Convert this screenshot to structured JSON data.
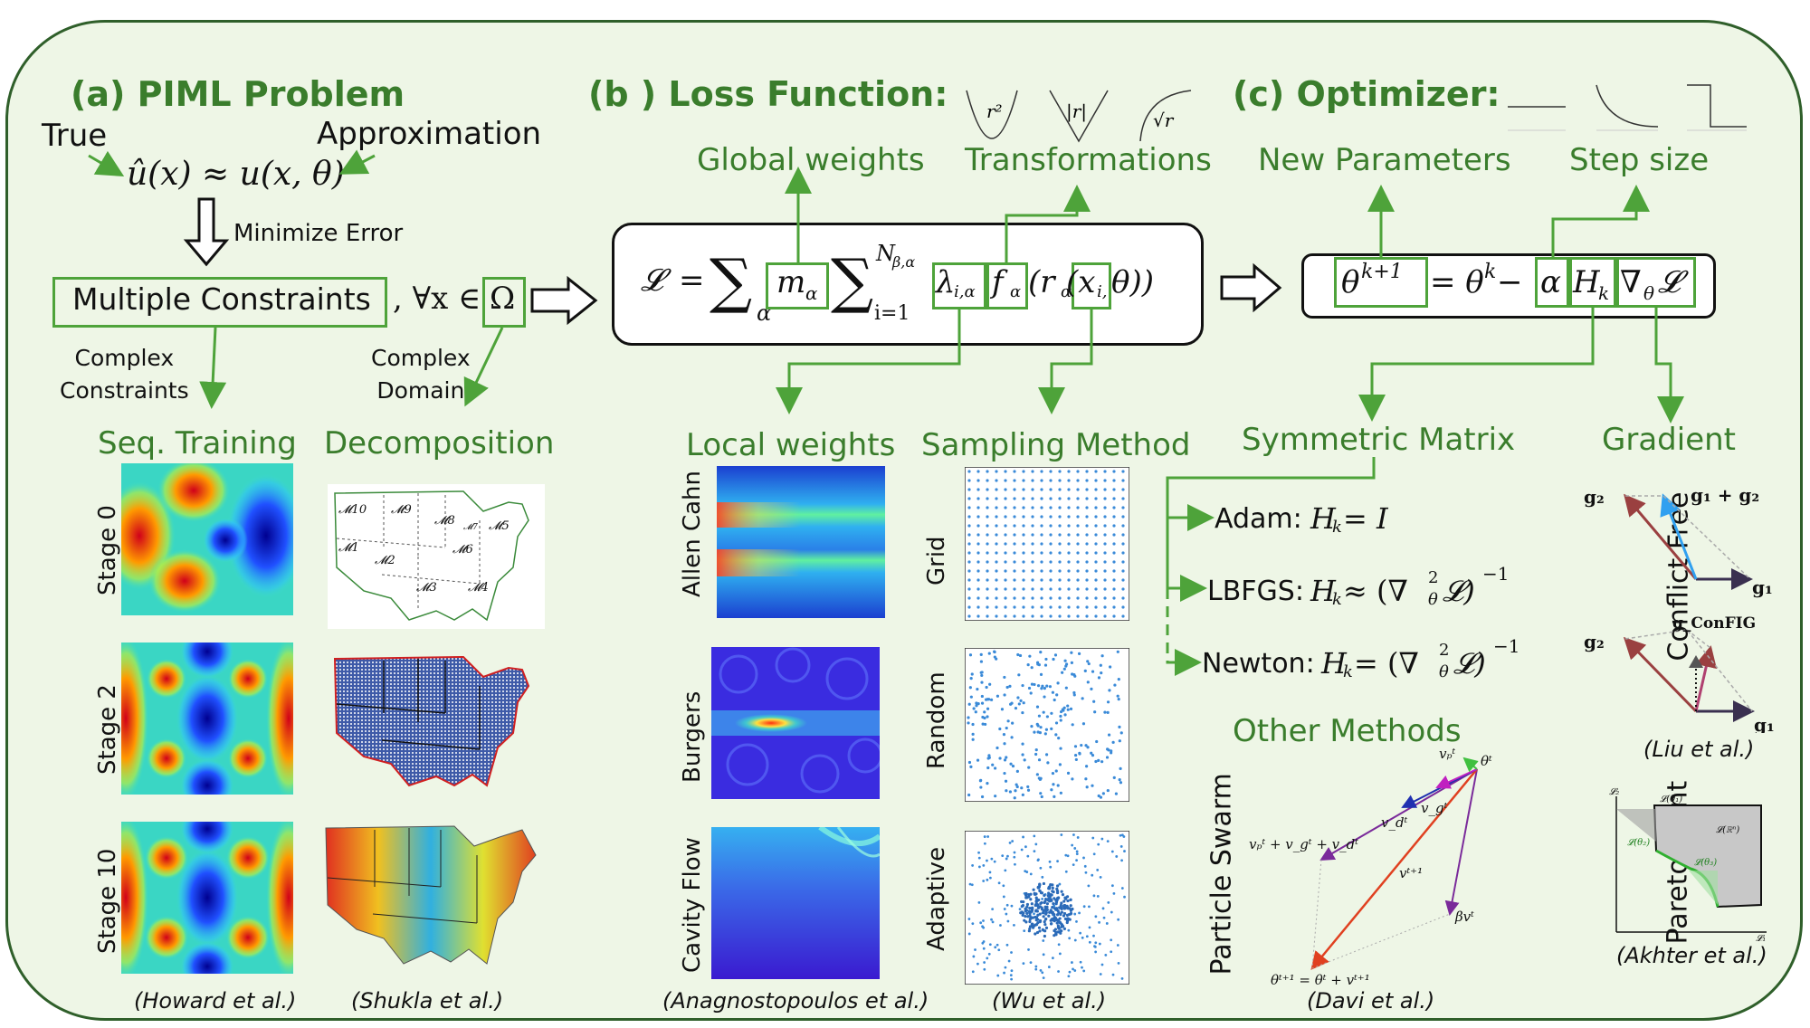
{
  "panel_a": {
    "title": "(a) PIML Problem",
    "true_label": "True",
    "approx_label": "Approximation",
    "equation": "û(x) ≈ u(x, θ)",
    "minimize": "Minimize Error",
    "constraints": "Multiple  Constraints",
    "forall": ", ∀x ∈",
    "omega": "Ω",
    "complex_constraints": "Complex\nConstraints",
    "complex_domain": "Complex\nDomain",
    "seq_training": "Seq. Training",
    "decomposition": "Decomposition",
    "stage0": "Stage 0",
    "stage2": "Stage 2",
    "stage10": "Stage 10",
    "cite_howard": "(Howard et al.)",
    "cite_shukla": "(Shukla et al.)",
    "map_labels": [
      "𝓜10",
      "𝓜9",
      "𝓜8",
      "𝓜7",
      "𝓜5",
      "𝓜1",
      "𝓜2",
      "𝓜6",
      "𝓜3",
      "𝓜4"
    ]
  },
  "panel_b": {
    "title": "(b ) Loss Function:",
    "global_weights": "Global weights",
    "transformations": "Transformations",
    "icon_r2": "r²",
    "icon_abs": "|r|",
    "icon_sqrt": "√r",
    "loss_L": "𝓛",
    "loss_eq": "=",
    "sum1": "∑",
    "sum1_sub": "α",
    "m_alpha": "m",
    "m_alpha_sub": "α",
    "sum2": "∑",
    "sum2_sup": "N",
    "sum2_sup_sub": "β,α",
    "sum2_sub": "i=1",
    "lambda": "λ",
    "lambda_sub": "i,α",
    "f_alpha": "f",
    "f_alpha_sub": "α",
    "r_open": "(r",
    "r_sub": "α",
    "x_i": "(x",
    "x_i_sub": "i,",
    "theta_close": " θ))",
    "local_weights": "Local weights",
    "sampling": "Sampling Method",
    "allen_cahn": "Allen Cahn",
    "burgers": "Burgers",
    "cavity": "Cavity Flow",
    "grid": "Grid",
    "random": "Random",
    "adaptive": "Adaptive",
    "cite_anag": "(Anagnostopoulos et al.)",
    "cite_wu": "(Wu et al.)"
  },
  "panel_c": {
    "title": "(c) Optimizer:",
    "new_params": "New Parameters",
    "step_size": "Step size",
    "theta_k1": "θ",
    "theta_k1_sup": "k+1",
    "eq_rest": "= θ",
    "eq_rest_sup": "k",
    "minus": " −",
    "alpha": "α",
    "H": "H",
    "H_sub": "k",
    "grad": "∇",
    "grad_sub": "θ",
    "grad_L": "𝓛",
    "sym_matrix": "Symmetric Matrix",
    "gradient": "Gradient",
    "adam_name": "Adam:",
    "adam_eq": "H",
    "adam_eq_sub": "k",
    "adam_rhs": " = I",
    "lbfgs_name": "LBFGS:",
    "lbfgs_eq": "H",
    "lbfgs_eq_sub": "k",
    "lbfgs_rhs": " ≈ (∇",
    "lbfgs_rhs_sub": "θ",
    "lbfgs_rhs_sup": "2",
    "lbfgs_rhs_tail": "𝓛)",
    "lbfgs_pow": "−1",
    "newton_name": "Newton:",
    "newton_eq": "H",
    "newton_eq_sub": "k",
    "newton_rhs": " = (∇",
    "newton_rhs_sub": "θ",
    "newton_rhs_sup": "2",
    "newton_rhs_tail": "𝓛)",
    "newton_pow": "−1",
    "other_methods": "Other Methods",
    "particle_swarm": "Particle Swarm",
    "cite_davi": "(Davi et al.)",
    "conflict_free": "Conflict Free",
    "pareto_front": "Pareto Front",
    "cite_liu": "(Liu et al.)",
    "cite_akhter": "(Akhter et al.)",
    "pso_theta_t": "θᵗ",
    "pso_vp": "vₚᵗ",
    "pso_vd_sum": "vₚᵗ + v_gᵗ + v_dᵗ",
    "pso_vd": "v_dᵗ",
    "pso_vg": "v_gᵗ",
    "pso_vt1": "vᵗ⁺¹",
    "pso_bv": "βvᵗ",
    "pso_theta_t1": "θᵗ⁺¹ = θᵗ + vᵗ⁺¹",
    "cf_g2": "g₂",
    "cf_g1g2": "g₁ + g₂",
    "cf_g1": "g₁",
    "cf_g2b": "g₂",
    "cf_gconfig": "g_ConFIG",
    "cf_g1b": "g₁",
    "pf_L2": "𝓛₂",
    "pf_L1": "𝓛₁",
    "pf_t1": "𝓛(θ₁)",
    "pf_t2": "𝓛(θ₂)",
    "pf_t3": "𝓛(θ₃)",
    "pf_R": "𝓛(ℝⁿ)"
  },
  "colors": {
    "green": "#4ea33a",
    "dark_green": "#2f5f2a",
    "title_green": "#3a7d2c",
    "panel_bg": "#eef6e6"
  }
}
